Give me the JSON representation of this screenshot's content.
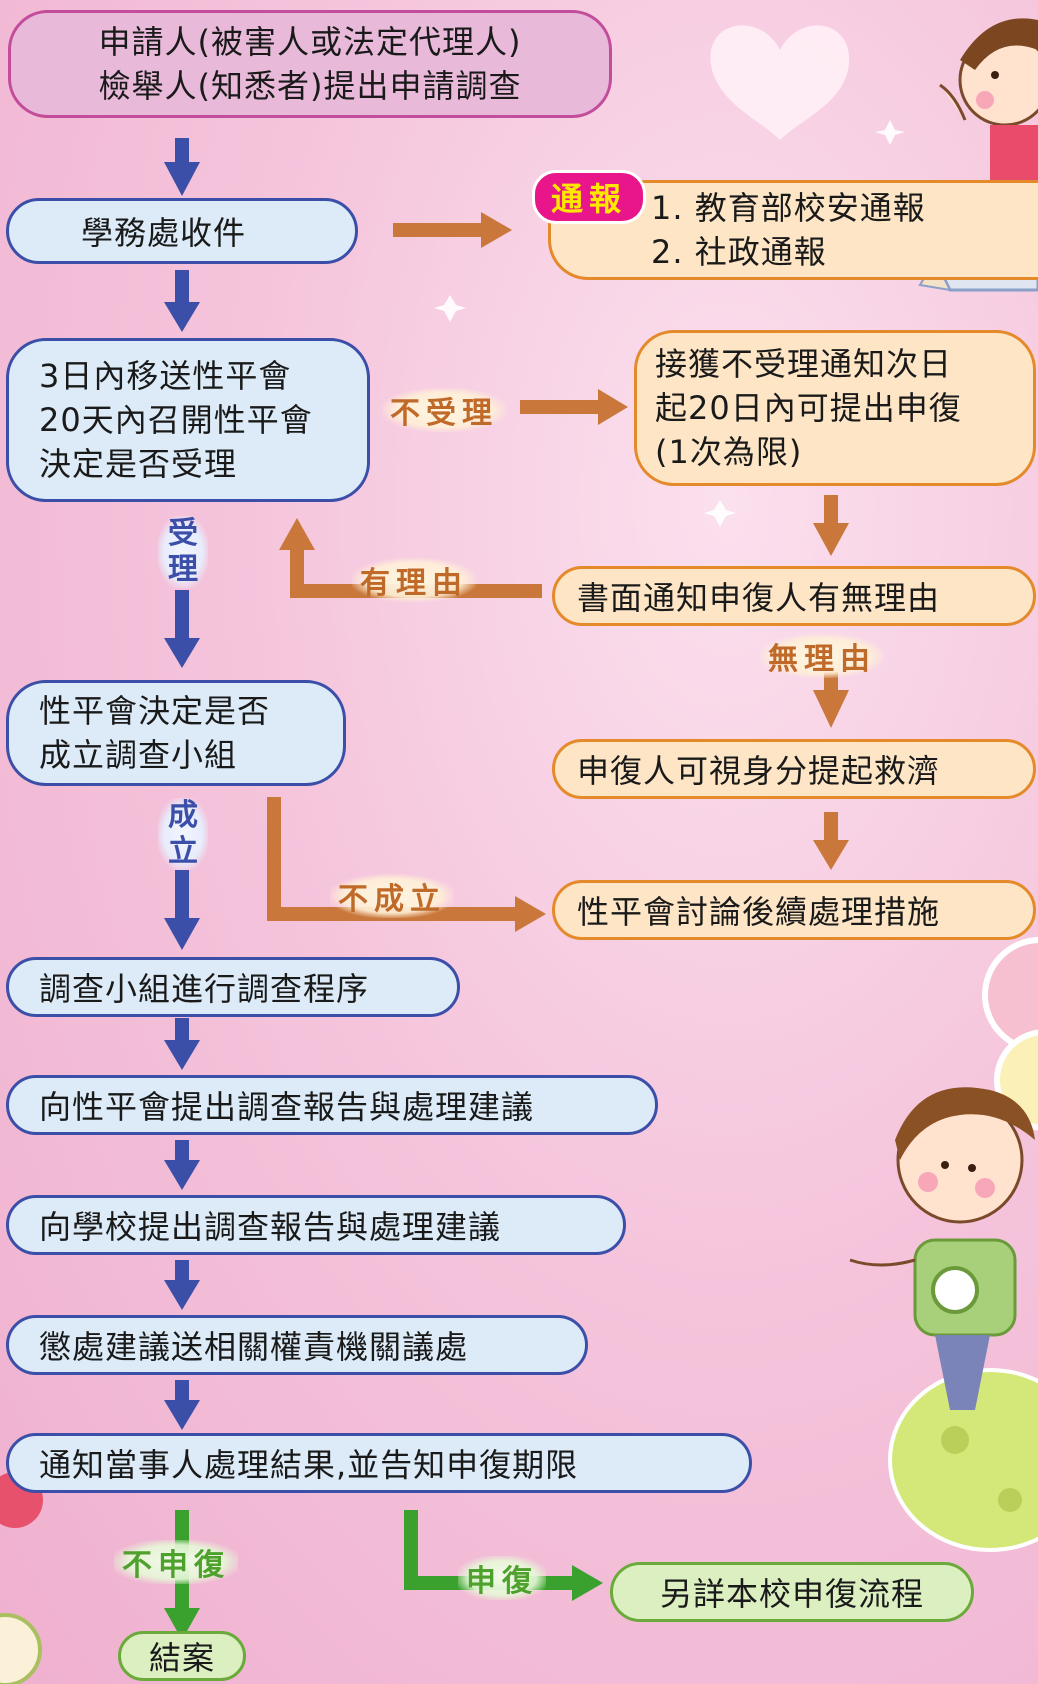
{
  "steps": {
    "apply_line1": "申請人(被害人或法定代理人)",
    "apply_line2": "檢舉人(知悉者)提出申請調查",
    "receive": "學務處收件",
    "transfer_line1": "3日內移送性平會",
    "transfer_line2": "20天內召開性平會",
    "transfer_line3": "決定是否受理",
    "decide_group_line1": "性平會決定是否",
    "decide_group_line2": "成立調查小組",
    "investigate": "調查小組進行調查程序",
    "report_committee": "向性平會提出調查報告與處理建議",
    "report_school": "向學校提出調查報告與處理建議",
    "punish": "懲處建議送相關權責機關議處",
    "notify": "通知當事人處理結果,並告知申復期限",
    "close": "結案"
  },
  "side": {
    "report_badge": "通報",
    "report_line1": "1. 教育部校安通報",
    "report_line2": "2. 社政通報",
    "appeal_line1": "接獲不受理通知次日",
    "appeal_line2": "起20日內可提出申復",
    "appeal_line3": "(1次為限)",
    "written_notice": "書面通知申復人有無理由",
    "remedy": "申復人可視身分提起救濟",
    "follow_up": "性平會討論後續處理措施",
    "appeal_process": "另詳本校申復流程"
  },
  "labels": {
    "not_accepted": "不受理",
    "accepted_1": "受",
    "accepted_2": "理",
    "with_reason": "有理由",
    "no_reason": "無理由",
    "established_1": "成",
    "established_2": "立",
    "not_established": "不成立",
    "no_appeal": "不申復",
    "appeal": "申復"
  },
  "colors": {
    "blue_arrow": "#3b4ea8",
    "orange_arrow": "#c9773a",
    "green_arrow": "#3aa12e",
    "badge": "#e8168a"
  }
}
